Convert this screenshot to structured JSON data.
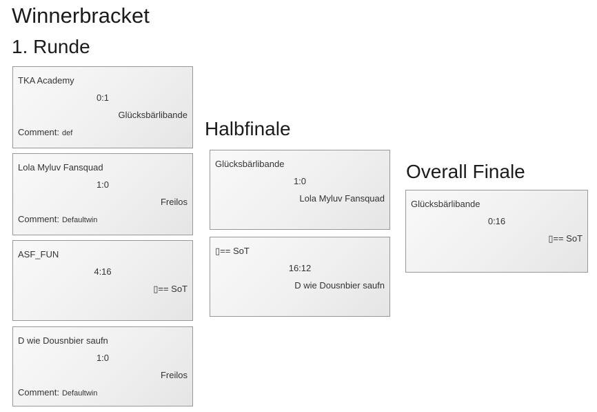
{
  "bracket": {
    "title": "Winnerbracket",
    "rounds": [
      {
        "label": "1. Runde",
        "matches": [
          {
            "team1": "TKA Academy",
            "score": "0:1",
            "team2": "Glücksbärlibande",
            "comment_label": "Comment:",
            "comment": "def"
          },
          {
            "team1": "Lola Myluv Fansquad",
            "score": "1:0",
            "team2": "Freilos",
            "comment_label": "Comment:",
            "comment": "Defaultwin"
          },
          {
            "team1": "ASF_FUN",
            "score": "4:16",
            "team2": "▯== SoT"
          },
          {
            "team1": "D wie Dousnbier saufn",
            "score": "1:0",
            "team2": "Freilos",
            "comment_label": "Comment:",
            "comment": "Defaultwin"
          }
        ]
      },
      {
        "label": "Halbfinale",
        "matches": [
          {
            "team1": "Glücksbärlibande",
            "score": "1:0",
            "team2": "Lola Myluv Fansquad"
          },
          {
            "team1": "▯== SoT",
            "score": "16:12",
            "team2": "D wie Dousnbier saufn"
          }
        ]
      },
      {
        "label": "Overall Finale",
        "matches": [
          {
            "team1": "Glücksbärlibande",
            "score": "0:16",
            "team2": "▯== SoT"
          }
        ]
      }
    ]
  },
  "colors": {
    "page_bg": "#ffffff",
    "heading_text": "#1b1b1b",
    "box_border": "#979797",
    "box_bg_top": "#f9f9f9",
    "box_bg_bottom": "#e5e5e5",
    "box_text": "#333333"
  }
}
